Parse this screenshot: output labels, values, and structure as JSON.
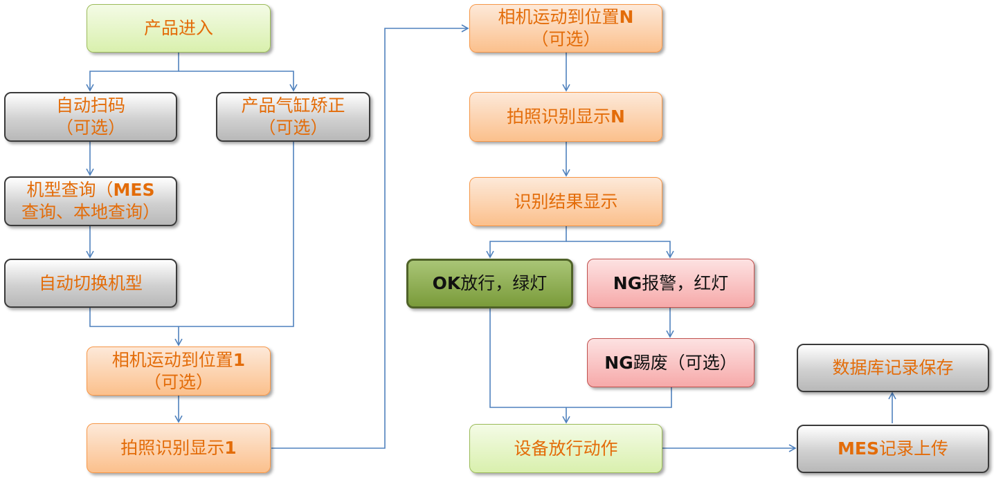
{
  "nodes": {
    "product_enter": "产品进入",
    "auto_scan": "自动扫码",
    "auto_scan_opt": "（可选）",
    "cylinder_correct": "产品气缸矫正",
    "cylinder_correct_opt": "（可选）",
    "model_query_1": "机型查询（",
    "model_query_mes": "MES",
    "model_query_2": "查询、本地查询）",
    "auto_switch": "自动切换机型",
    "camera_pos1_a": "相机运动到位置",
    "camera_pos1_b": "1",
    "camera_pos1_opt": "（可选）",
    "photo1_a": "拍照识别显示",
    "photo1_b": "1",
    "camera_posN_a": "相机运动到位置",
    "camera_posN_b": "N",
    "camera_posN_opt": "（可选）",
    "photoN_a": "拍照识别显示",
    "photoN_b": "N",
    "result_display": "识别结果显示",
    "ok_a": "OK",
    "ok_b": "放行，绿灯",
    "ng_alarm_a": "NG",
    "ng_alarm_b": "报警，红灯",
    "ng_reject_a": "NG",
    "ng_reject_b": "踢废（可选）",
    "release_action": "设备放行动作",
    "mes_upload_a": "MES",
    "mes_upload_b": "记录上传",
    "db_save": "数据库记录保存"
  },
  "colors": {
    "wire": "#4f81bd",
    "text_orange": "#e36c09"
  }
}
